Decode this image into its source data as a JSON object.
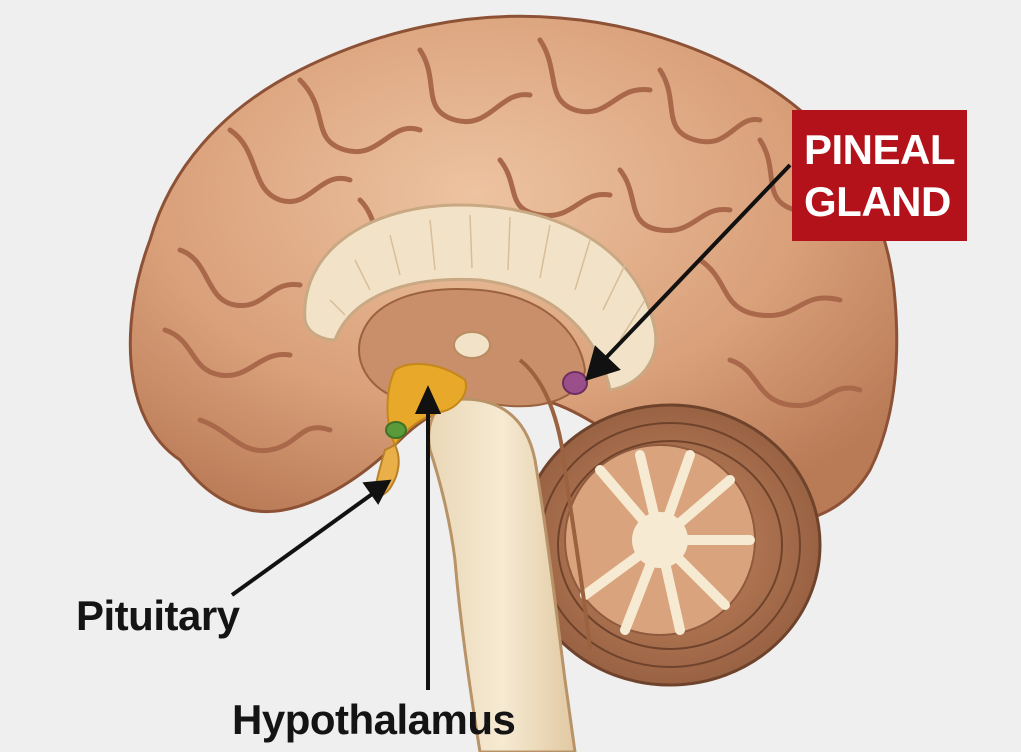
{
  "labels": {
    "pineal_line1": "PINEAL",
    "pineal_line2": "GLAND",
    "pituitary": "Pituitary",
    "hypothalamus": "Hypothalamus"
  },
  "colors": {
    "background": "#efefef",
    "cortex": "#dca57f",
    "sulcus": "#a9684a",
    "white_matter": "#f2e3c8",
    "hypothalamus": "#e8a92a",
    "pineal": "#9b4f8a",
    "pituitary_stalk": "#e9b04a",
    "optic_chiasm": "#5b9a3a",
    "callout_box": "#b4121a",
    "callout_text": "#ffffff",
    "arrow": "#111111"
  }
}
